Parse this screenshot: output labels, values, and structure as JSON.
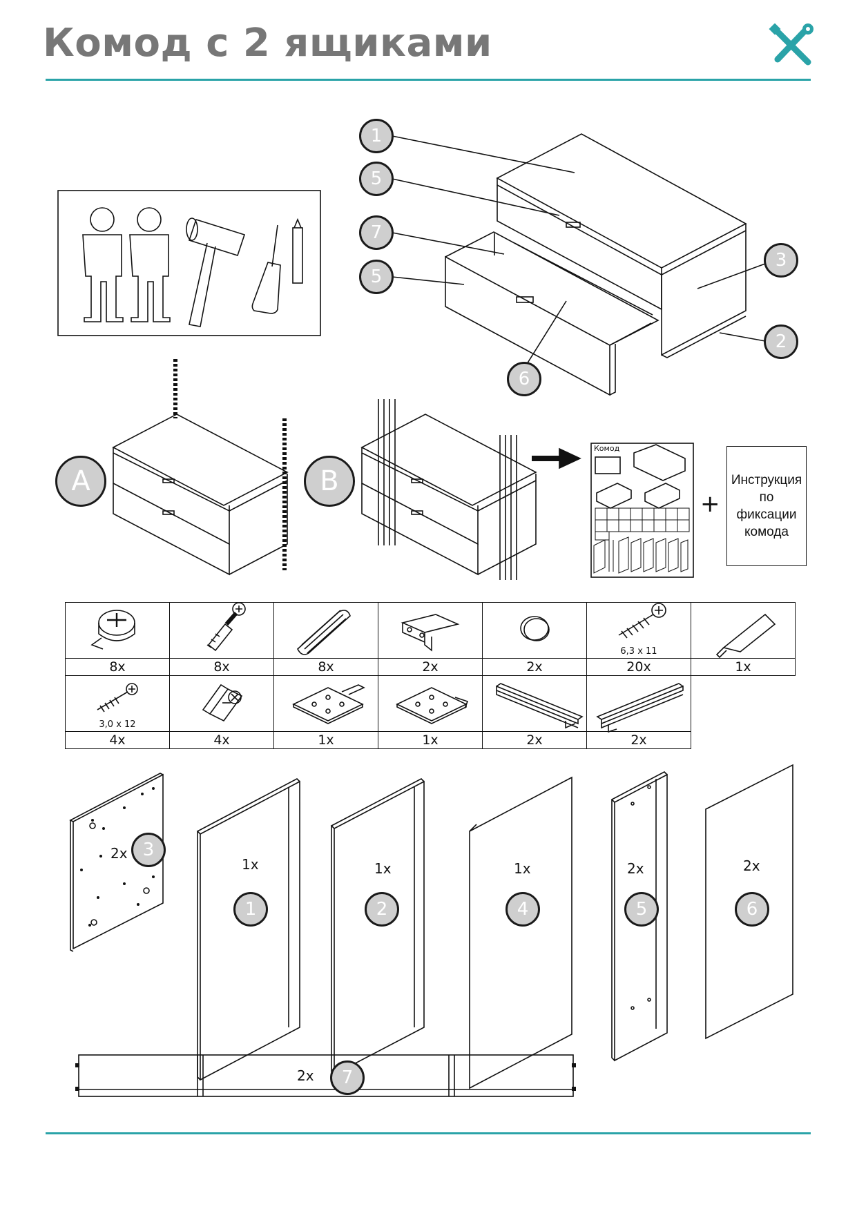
{
  "header": {
    "title": "Комод с 2 ящиками",
    "accent_color": "#2aa3a8",
    "icon": "tools-icon"
  },
  "assembled_callouts": [
    "1",
    "5",
    "7",
    "5",
    "6",
    "3",
    "2"
  ],
  "mounting_options": [
    "A",
    "B"
  ],
  "documents": {
    "mini_manual_title": "Комод",
    "fixation_note": "Инструкция\nпо\nфиксации\nкомода",
    "plus": "+"
  },
  "hardware": {
    "row1": [
      {
        "icon": "cam-lock-icon",
        "qty": "8x"
      },
      {
        "icon": "cam-bolt-icon",
        "qty": "8x"
      },
      {
        "icon": "wood-dowel-icon",
        "qty": "8x"
      },
      {
        "icon": "handle-bracket-icon",
        "qty": "2x"
      },
      {
        "icon": "cap-icon",
        "qty": "2x"
      },
      {
        "icon": "screw-icon",
        "size": "6,3  x  11",
        "qty": "20x"
      },
      {
        "icon": "glue-tube-icon",
        "qty": "1x"
      }
    ],
    "row2": [
      {
        "icon": "small-screw-icon",
        "size": "3,0  x  12",
        "qty": "4x"
      },
      {
        "icon": "corner-block-icon",
        "qty": "4x"
      },
      {
        "icon": "mounting-plate-icon",
        "qty": "1x"
      },
      {
        "icon": "mounting-plate-icon",
        "qty": "1x"
      },
      {
        "icon": "drawer-rail-icon",
        "qty": "2x"
      },
      {
        "icon": "drawer-rail-icon",
        "qty": "2x"
      }
    ]
  },
  "panels": [
    {
      "num": "3",
      "qty": "2x"
    },
    {
      "num": "1",
      "qty": "1x"
    },
    {
      "num": "2",
      "qty": "1x"
    },
    {
      "num": "4",
      "qty": "1x"
    },
    {
      "num": "5",
      "qty": "2x"
    },
    {
      "num": "6",
      "qty": "2x"
    },
    {
      "num": "7",
      "qty": "2x"
    }
  ]
}
